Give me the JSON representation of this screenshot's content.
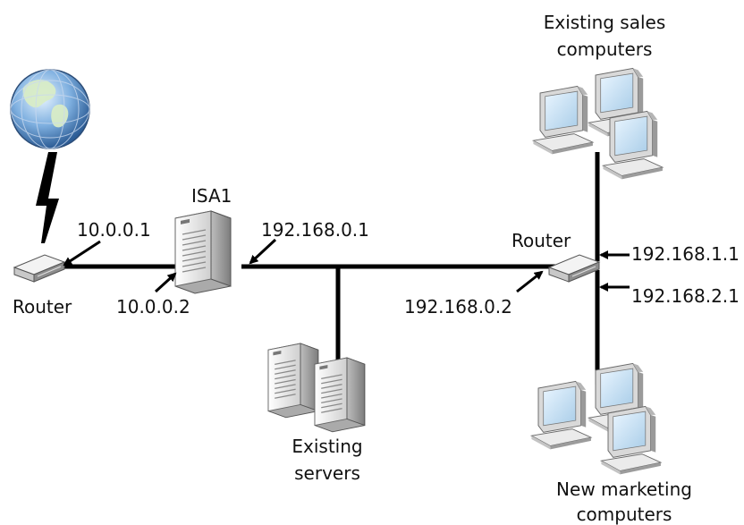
{
  "labels": {
    "isa1": "ISA1",
    "router_left": "Router",
    "router_right": "Router",
    "ip_10_0_0_1": "10.0.0.1",
    "ip_10_0_0_2": "10.0.0.2",
    "ip_192_168_0_1": "192.168.0.1",
    "ip_192_168_0_2": "192.168.0.2",
    "ip_192_168_1_1": "192.168.1.1",
    "ip_192_168_2_1": "192.168.2.1",
    "sales_line1": "Existing sales",
    "sales_line2": "computers",
    "servers_line1": "Existing",
    "servers_line2": "servers",
    "marketing_line1": "New marketing",
    "marketing_line2": "computers"
  },
  "icons": {
    "globe": "globe-icon",
    "wireless_link": "lightning-link-icon",
    "router": "router-icon",
    "server": "server-icon",
    "computer": "computer-icon"
  },
  "colors": {
    "line": "#000000",
    "screen": "#cfe6f5",
    "device_light": "#f2f2f2",
    "device_dark": "#9a9a9a"
  }
}
